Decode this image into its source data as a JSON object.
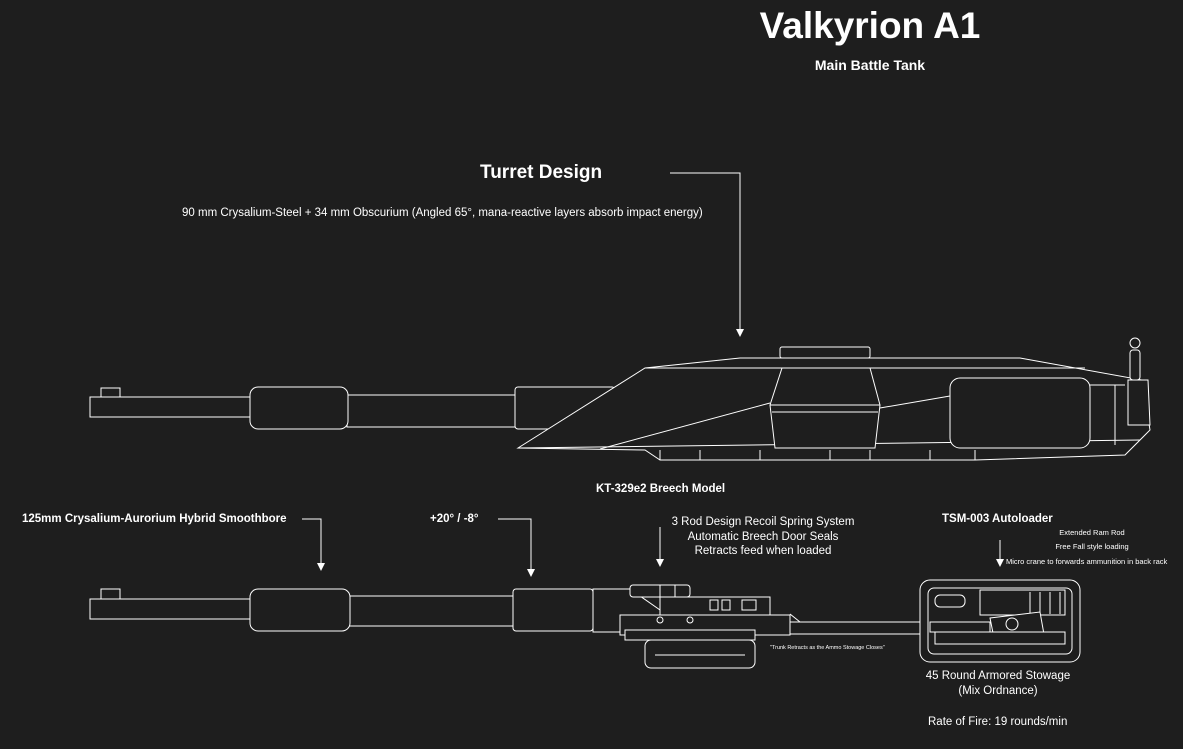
{
  "title": "Valkyrion A1",
  "subtitle": "Main Battle Tank",
  "turret": {
    "heading": "Turret Design",
    "armor": "90 mm Crysalium-Steel + 34 mm Obscurium (Angled 65°, mana-reactive layers absorb impact energy)"
  },
  "breech_model": "KT-329e2 Breech Model",
  "gun": "125mm Crysalium-Aurorium Hybrid Smoothbore",
  "elevation": "+20° / -8°",
  "recoil": {
    "line1": "3 Rod Design Recoil Spring System",
    "line2": "Automatic Breech Door Seals",
    "line3": "Retracts feed when loaded"
  },
  "autoloader": {
    "name": "TSM-003 Autoloader",
    "feature1": "Extended Ram Rod",
    "feature2": "Free Fall style loading",
    "feature3": "Micro crane to forwards ammunition in back rack"
  },
  "trunk_note": "\"Trunk Retracts as the Ammo Stowage Closes\"",
  "stowage": {
    "line1": "45 Round Armored Stowage",
    "line2": "(Mix Ordnance)"
  },
  "rate_of_fire": "Rate of Fire: 19 rounds/min"
}
